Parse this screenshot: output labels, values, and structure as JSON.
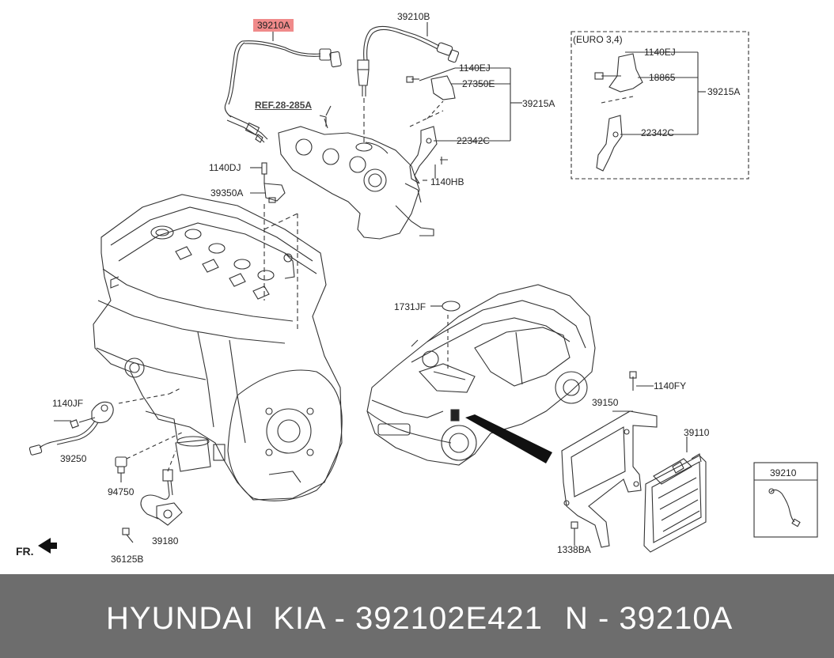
{
  "labels": {
    "l_39210A": "39210A",
    "l_39210B": "39210B",
    "l_ref": "REF.28-285A",
    "l_1140EJ_a": "1140EJ",
    "l_27350E": "27350E",
    "l_39215A_a": "39215A",
    "l_22342C_a": "22342C",
    "l_1140HB": "1140HB",
    "l_1140DJ": "1140DJ",
    "l_39350A": "39350A",
    "l_euro": "(EURO 3,4)",
    "l_1140EJ_b": "1140EJ",
    "l_18865": "18865",
    "l_39215A_b": "39215A",
    "l_22342C_b": "22342C",
    "l_1731JF": "1731JF",
    "l_1140FY": "1140FY",
    "l_39150": "39150",
    "l_39110": "39110",
    "l_1338BA": "1338BA",
    "l_39210_box": "39210",
    "l_1140JF": "1140JF",
    "l_39250": "39250",
    "l_94750": "94750",
    "l_39180": "39180",
    "l_36125B": "36125B",
    "l_fr": "FR."
  },
  "footer": {
    "brand": "HYUNDAI  KIA - 392102E421",
    "number": "N - 39210A"
  },
  "colors": {
    "highlight": "#f08a8a",
    "footer_bg": "#6d6d6d",
    "line": "#333333"
  }
}
